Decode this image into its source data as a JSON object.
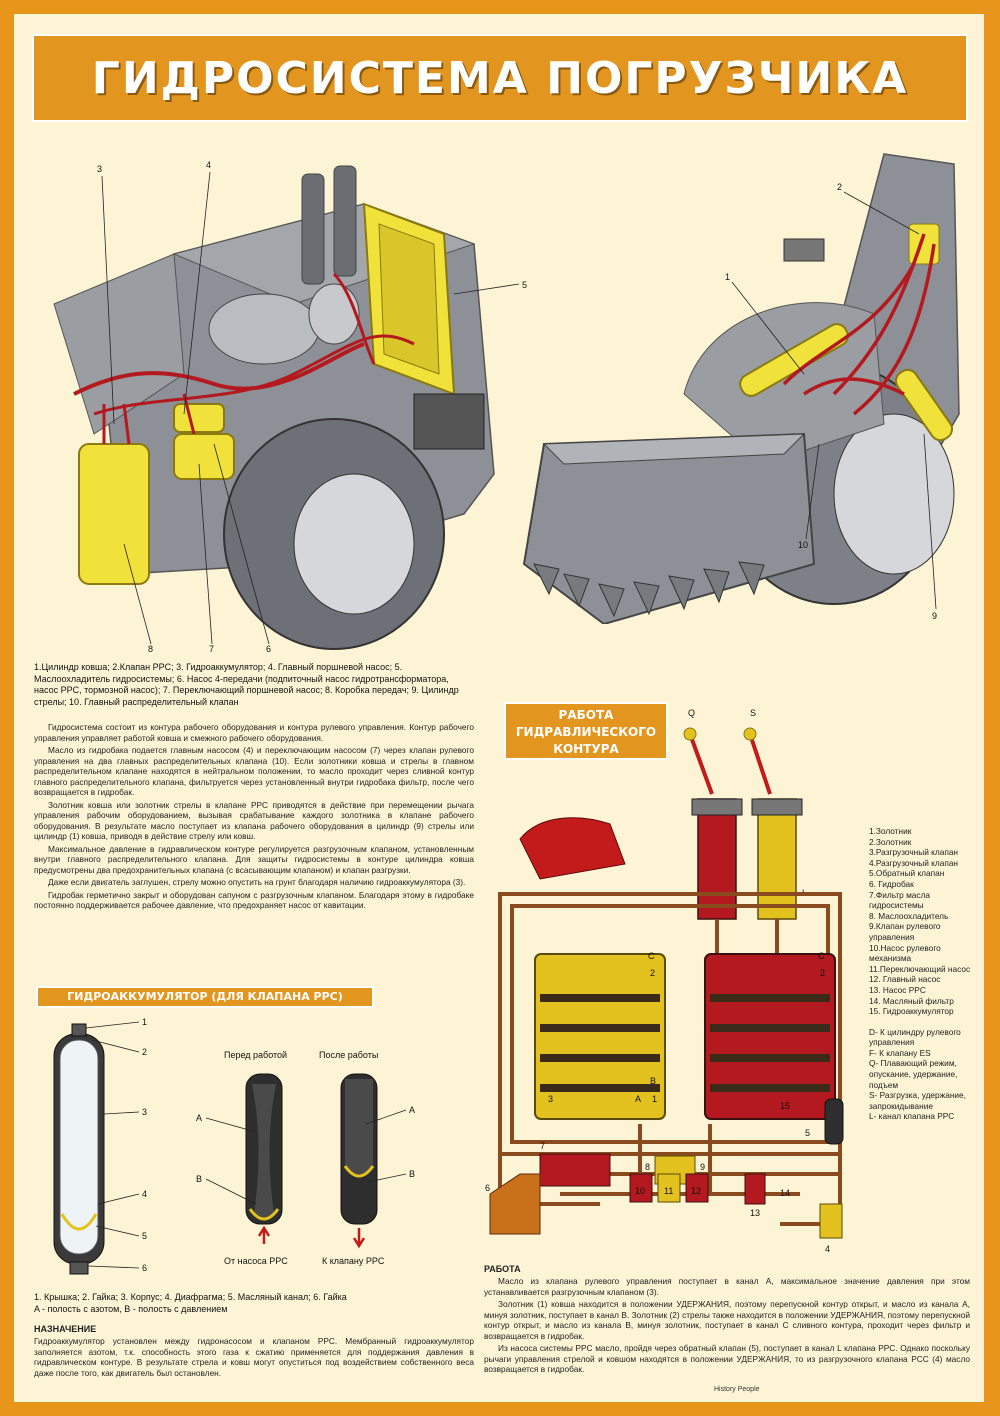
{
  "title": "ГИДРОСИСТЕМА ПОГРУЗЧИКА",
  "loader_left": {
    "callouts": [
      "3",
      "4",
      "5",
      "8",
      "7",
      "6"
    ]
  },
  "loader_right": {
    "callouts": [
      "2",
      "1",
      "10",
      "9"
    ]
  },
  "components_caption": "1.Цилиндр ковша; 2.Клапан PPC; 3. Гидроаккумулятор; 4. Главный поршневой насос; 5. Маслоохладитель гидросистемы; 6. Насос 4-передачи (подпиточный насос гидротрансформатора, насос PPC, тормозной насос); 7. Переключающий поршневой насос; 8. Коробка передач; 9. Цилиндр стрелы; 10. Главный распределительный клапан",
  "description": [
    "Гидросистема состоит из контура рабочего оборудования и контура рулевого управления. Контур рабочего управления управляет работой ковша и смежного рабочего оборудования.",
    "Масло из гидробака подается главным насосом (4) и переключающим насосом (7) через клапан рулевого управления на два главных распределительных клапана (10). Если золотники ковша и стрелы в главном распределительном клапане находятся в нейтральном положении, то масло проходит через сливной контур главного распределительного клапана, фильтруется через установленный внутри гидробака фильтр, после чего возвращается в гидробак.",
    "Золотник ковша или золотник стрелы в клапане PPC приводятся в действие при перемещении рычага управления рабочим оборудованием, вызывая срабатывание каждого золотника в клапане рабочего оборудования. В результате масло поступает из клапана рабочего оборудования в цилиндр (9) стрелы или цилиндр (1) ковша, приводя в действие стрелу или ковш.",
    "Максимальное давление в гидравлическом контуре регулируется разгрузочным клапаном, установленным внутри главного распределительного клапана. Для защиты гидросистемы в контуре цилиндра ковша предусмотрены два предохранительных клапана (с всасывающим клапаном) и клапан разгрузки.",
    "Даже если двигатель заглушен, стрелу можно опустить на грунт благодаря наличию гидроаккумулятора (3).",
    "Гидробак герметично закрыт и оборудован сапуном с разгрузочным клапаном. Благодаря этому в гидробаке постоянно поддерживается рабочее давление, что предохраняет насос от кавитации."
  ],
  "work_section": {
    "title": "РАБОТА ГИДРАВЛИЧЕСКОГО КОНТУРА",
    "lever_labels": [
      "Q",
      "S"
    ],
    "labels": {
      "L": "L",
      "C": "C",
      "B": "B",
      "A": "A"
    },
    "numbers": [
      "1",
      "2",
      "3",
      "4",
      "5",
      "6",
      "7",
      "8",
      "9",
      "10",
      "11",
      "12",
      "13",
      "14",
      "15"
    ],
    "legend": [
      "1.Золотник",
      "2.Золотник",
      "3.Разгрузочный клапан",
      "4.Разгрузочный клапан",
      "5.Обратный клапан",
      "6. Гидробак",
      "7.Фильтр масла гидросистемы",
      "8. Маслоохладитель",
      "9.Клапан рулевого управления",
      "10.Насос рулевого механизма",
      "11.Переключающий насос",
      "12. Главный насос",
      "13. Насос PPC",
      "14. Масляный фильтр",
      "15. Гидроаккумулятор"
    ],
    "legend2": [
      "D- К цилиндру рулевого управления",
      "F- К клапану ES",
      "Q- Плавающий режим, опускание, удержание, подъем",
      "S- Разгрузка, удержание, запрокидывание",
      "L- канал клапана PPC"
    ],
    "work_heading": "РАБОТА",
    "work_text": [
      "Масло из клапана рулевого управления поступает в канал А, максимальное значение давления при этом устанавливается разгрузочным клапаном (3).",
      "Золотник (1) ковша находится в положении УДЕРЖАНИЯ, поэтому перепускной контур открыт, и масло из канала А, минуя золотник, поступает в канал В. Золотник (2) стрелы также находится в положении УДЕРЖАНИЯ, поэтому перепускной контур открыт, и масло из канала В, минуя золотник, поступает в канал С сливного контура, проходит через фильтр и возвращается в гидробак.",
      "Из насоса системы PPC масло, пройдя через обратный клапан (5), поступает в канал L клапана PPC. Однако поскольку рычаги управления стрелой и ковшом находятся в положении УДЕРЖАНИЯ, то из разгрузочного клапана PCC (4) масло возвращается в гидробак."
    ]
  },
  "accumulator": {
    "title": "ГИДРОАККУМУЛЯТОР (ДЛЯ КЛАПАНА PPC)",
    "before_label": "Перед работой",
    "after_label": "После работы",
    "from_pump": "От насоса PPC",
    "to_valve": "К клапану PPC",
    "callouts": [
      "1",
      "2",
      "3",
      "4",
      "5",
      "6"
    ],
    "ab": [
      "A",
      "B"
    ],
    "caption": "1. Крышка; 2. Гайка; 3. Корпус; 4. Диафрагма; 5. Масляный канал; 6. Гайка",
    "caption2": "A - полость с азотом, B - полость с давлением",
    "purpose_heading": "НАЗНАЧЕНИЕ",
    "purpose_text": "Гидроаккумулятор установлен между гидронасосом и клапаном PPC. Мембранный гидроаккумулятор заполняется азотом, т.к. способность этого газа к сжатию применяется для поддержания давления в гидравлическом контуре. В результате стрела и ковш могут опуститься под воздействием собственного веса даже после того, как двигатель был остановлен."
  },
  "footer": {
    "brand": "History People"
  },
  "colors": {
    "frame": "#e8951c",
    "paper": "#fdf4d6",
    "machine_gray": "#8d9096",
    "hose_red": "#b3191e",
    "component_yellow": "#f1e23b",
    "pipe_brown": "#8a4b1f"
  }
}
